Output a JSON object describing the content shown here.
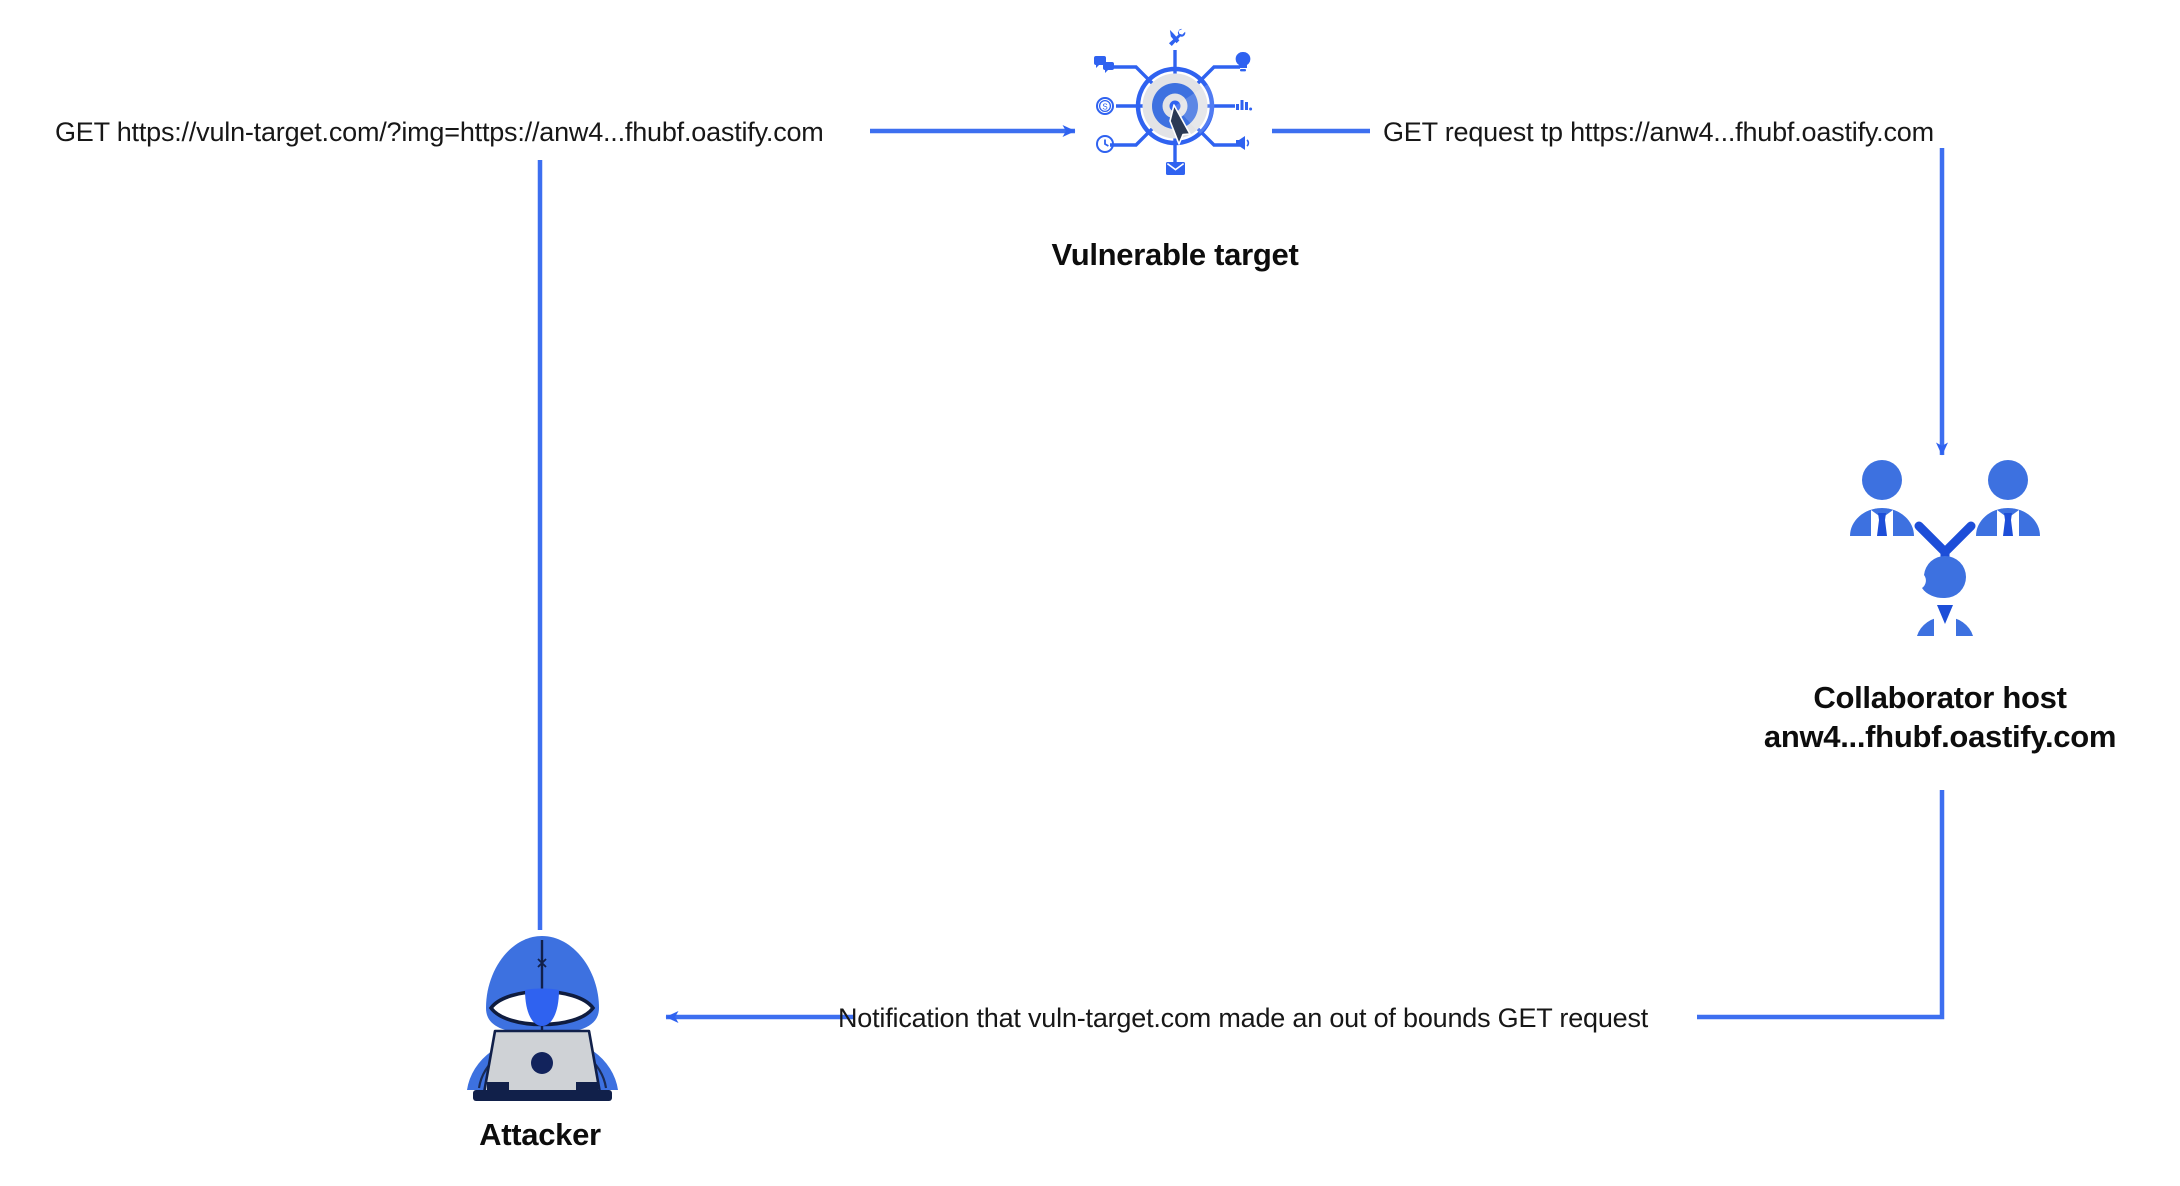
{
  "diagram": {
    "title": "Out-of-band (OAST) SSRF interaction flow",
    "background_color": "#ffffff",
    "accent_color": "#2f62f0",
    "accent_dark": "#1d4ed8",
    "icon_blue": "#3d71e0",
    "text_color": "#171717"
  },
  "nodes": [
    {
      "id": "vulnerable-target",
      "label": "Vulnerable target",
      "icon": "target-bullseye-icon"
    },
    {
      "id": "collaborator-host",
      "label_line1": "Collaborator host",
      "label_line2": "anw4...fhubf.oastify.com",
      "icon": "people-group-icon"
    },
    {
      "id": "attacker",
      "label": "Attacker",
      "icon": "hacker-hoodie-laptop-icon"
    }
  ],
  "edges": [
    {
      "id": "attacker-to-target",
      "label": "GET https://vuln-target.com/?img=https://anw4...fhubf.oastify.com",
      "arrow": "right"
    },
    {
      "id": "target-to-collaborator",
      "label": "GET request tp https://anw4...fhubf.oastify.com",
      "arrow": "down"
    },
    {
      "id": "collaborator-to-attacker",
      "label": "Notification that vuln-target.com made an out of bounds GET request",
      "arrow": "left"
    }
  ],
  "target_satellite_icons": [
    "tools-icon",
    "lightbulb-icon",
    "bar-chart-icon",
    "megaphone-icon",
    "envelope-icon",
    "clock-icon",
    "coin-dollar-icon",
    "chat-bubbles-icon"
  ]
}
